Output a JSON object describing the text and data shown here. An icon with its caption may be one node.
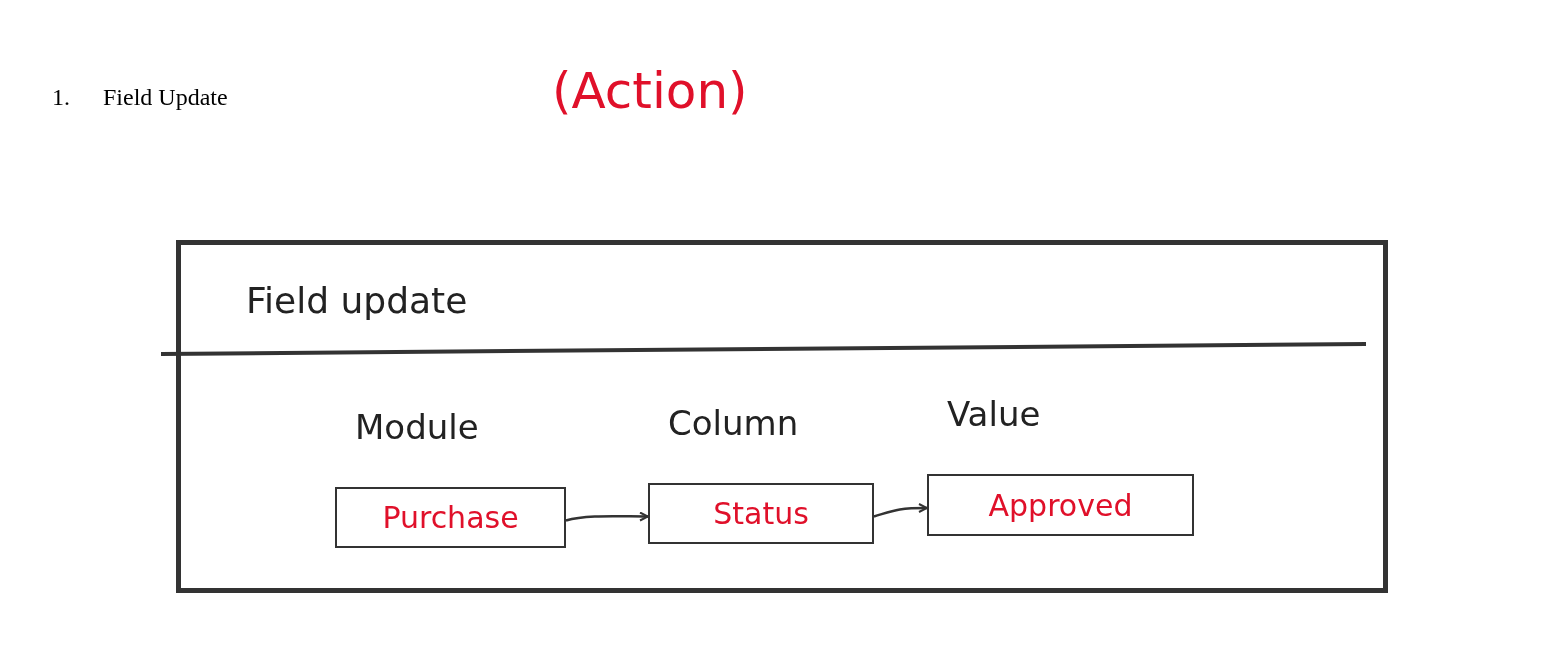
{
  "diagram": {
    "title": "Field Update",
    "nodes": [
      {
        "text": [
          "Field update"
        ]
      },
      {
        "text": [
          "Purchase"
        ],
        "in": 0,
        "beside": [
          "Module"
        ]
      },
      {
        "text": [
          "Status"
        ],
        "in": 0,
        "beside": [
          "Column"
        ]
      },
      {
        "text": [
          "Approved"
        ],
        "in": 0,
        "beside": [
          "Value"
        ]
      }
    ],
    "edges": [
      {
        "from": 1,
        "to": 2,
        "arrow": "to"
      },
      {
        "from": 2,
        "to": 3,
        "arrow": "to"
      }
    ],
    "labels": [
      "1.",
      "(Action)"
    ]
  }
}
